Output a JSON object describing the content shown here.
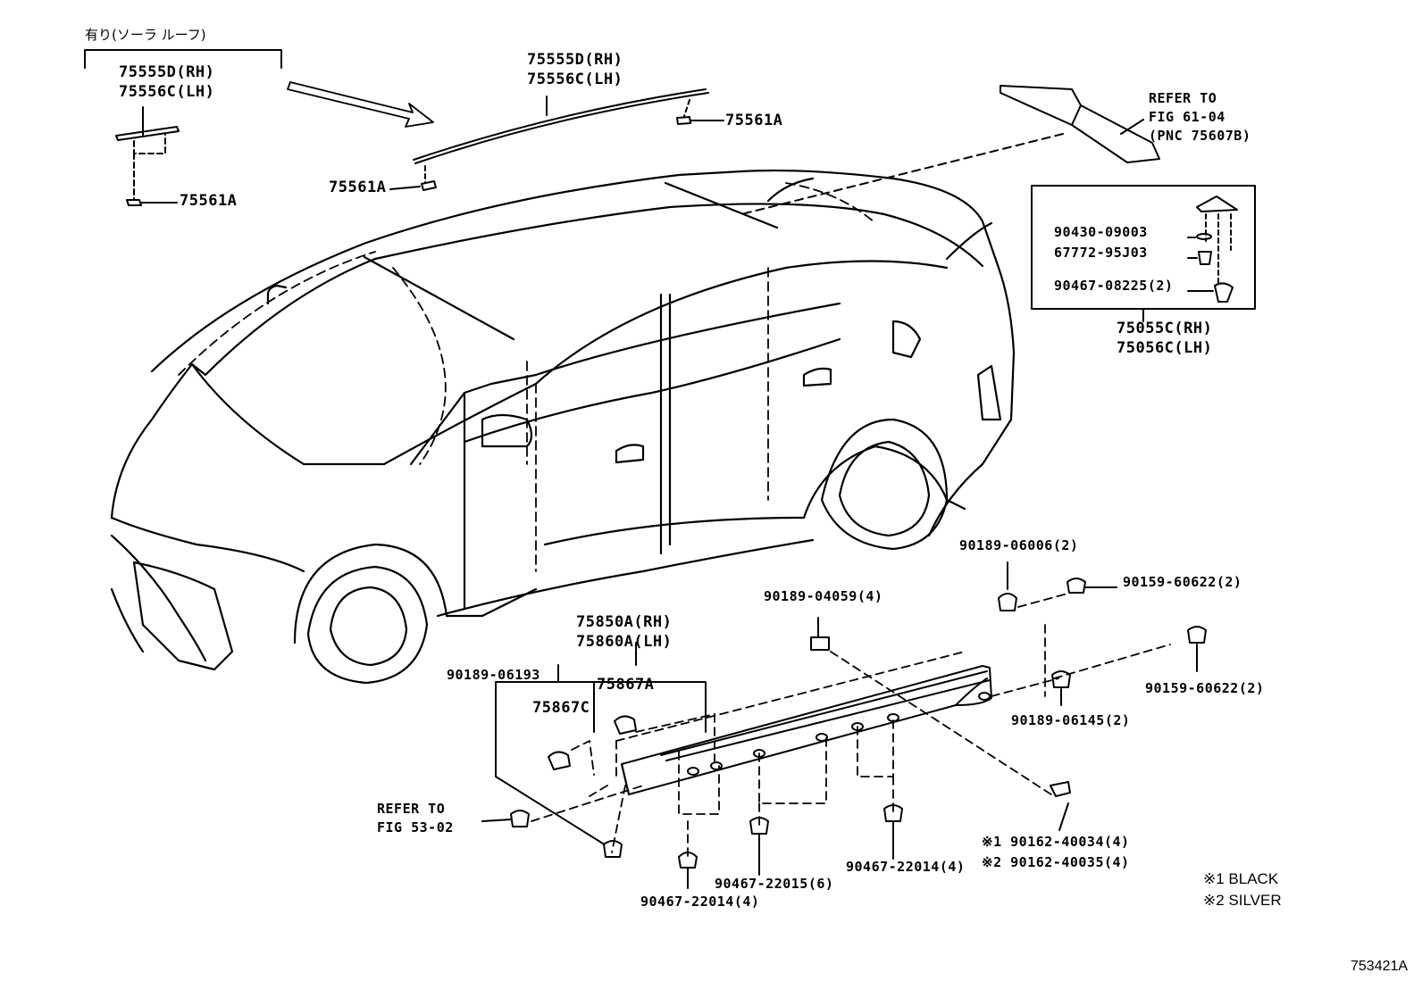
{
  "header_note": "有り(ソーラ ルーフ)",
  "parts": {
    "p75555d_a": "75555D(RH)",
    "p75556c_a": "75556C(LH)",
    "p75555d_b": "75555D(RH)",
    "p75556c_b": "75556C(LH)",
    "p75561a_1": "75561A",
    "p75561a_2": "75561A",
    "p75561a_3": "75561A",
    "p90430": "90430-09003",
    "p67772": "67772-95J03",
    "p90467_08225": "90467-08225(2)",
    "p75055c": "75055C(RH)",
    "p75056c": "75056C(LH)",
    "p90189_06006": "90189-06006(2)",
    "p90159_60622_a": "90159-60622(2)",
    "p90159_60622_b": "90159-60622(2)",
    "p90189_04059": "90189-04059(4)",
    "p75850a": "75850A(RH)",
    "p75860a": "75860A(LH)",
    "p90189_06193": "90189-06193",
    "p75867a": "75867A",
    "p75867c": "75867C",
    "p90189_06145": "90189-06145(2)",
    "p90162_40034": "※1 90162-40034(4)",
    "p90162_40035": "※2 90162-40035(4)",
    "p90467_22014_a": "90467-22014(4)",
    "p90467_22015": "90467-22015(6)",
    "p90467_22014_b": "90467-22014(4)"
  },
  "refer_roof": {
    "line1": "REFER TO",
    "line2": "FIG 61-04",
    "line3": "(PNC 75607B)"
  },
  "refer_front": {
    "line1": "REFER TO",
    "line2": "FIG 53-02"
  },
  "legend": {
    "black": "※1 BLACK",
    "silver": "※2 SILVER"
  },
  "figure_id": "753421A"
}
